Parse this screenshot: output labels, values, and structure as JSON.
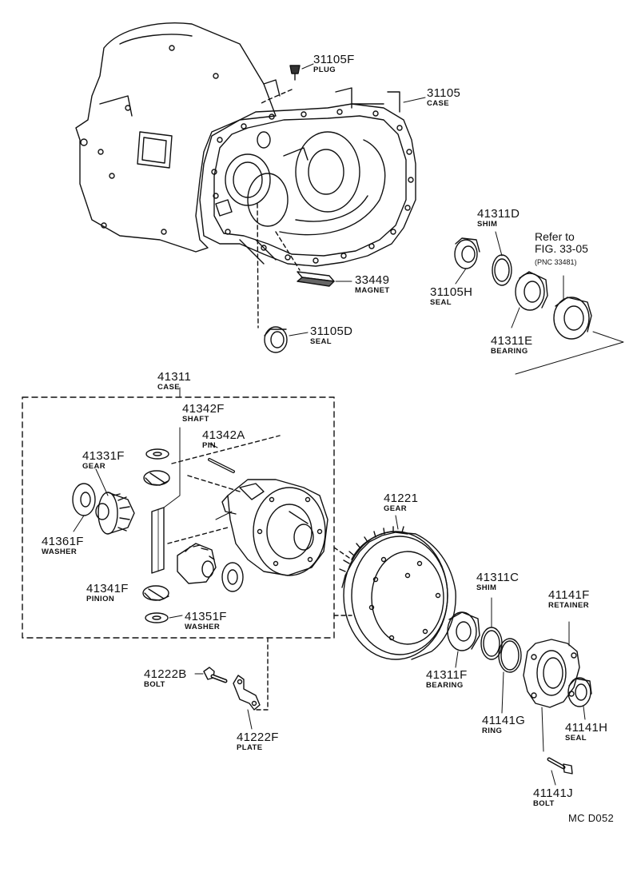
{
  "parts": {
    "p31105F": {
      "number": "31105F",
      "name": "PLUG"
    },
    "p31105": {
      "number": "31105",
      "name": "CASE"
    },
    "p33449": {
      "number": "33449",
      "name": "MAGNET"
    },
    "p31105D": {
      "number": "31105D",
      "name": "SEAL"
    },
    "p41311D": {
      "number": "41311D",
      "name": "SHIM"
    },
    "p31105H": {
      "number": "31105H",
      "name": "SEAL"
    },
    "p41311E": {
      "number": "41311E",
      "name": "BEARING"
    },
    "p41311": {
      "number": "41311",
      "name": "CASE"
    },
    "p41342F": {
      "number": "41342F",
      "name": "SHAFT"
    },
    "p41342A": {
      "number": "41342A",
      "name": "PIN"
    },
    "p41331F": {
      "number": "41331F",
      "name": "GEAR"
    },
    "p41361F": {
      "number": "41361F",
      "name": "WASHER"
    },
    "p41341F": {
      "number": "41341F",
      "name": "PINION"
    },
    "p41351F": {
      "number": "41351F",
      "name": "WASHER"
    },
    "p41221": {
      "number": "41221",
      "name": "GEAR"
    },
    "p41311C": {
      "number": "41311C",
      "name": "SHIM"
    },
    "p41141F": {
      "number": "41141F",
      "name": "RETAINER"
    },
    "p41311F": {
      "number": "41311F",
      "name": "BEARING"
    },
    "p41141G": {
      "number": "41141G",
      "name": "RING"
    },
    "p41141H": {
      "number": "41141H",
      "name": "SEAL"
    },
    "p41222B": {
      "number": "41222B",
      "name": "BOLT"
    },
    "p41222F": {
      "number": "41222F",
      "name": "PLATE"
    },
    "p41141J": {
      "number": "41141J",
      "name": "BOLT"
    }
  },
  "reference": {
    "line1": "Refer to",
    "line2": "FIG. 33-05",
    "line3": "(PNC 33481)"
  },
  "figure_code": "MC  D052"
}
